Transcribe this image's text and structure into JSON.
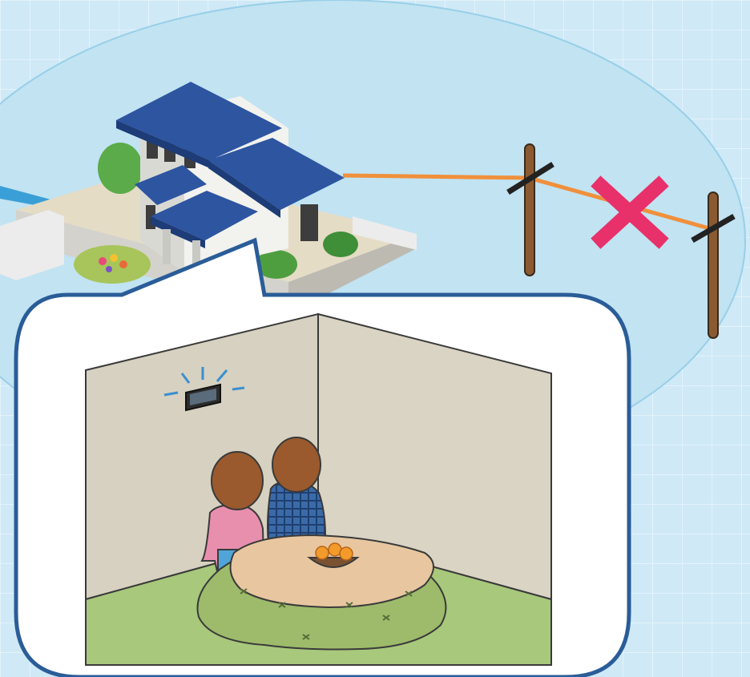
{
  "scene": {
    "colors": {
      "background": "#cfe9f7",
      "grid": "#e6f4fb",
      "signal_area": "#bfe2f2",
      "signal_edge": "#8fcbe6",
      "wire": "#f0903c",
      "pole": "#8a5a33",
      "cross_mark": "#e8306a",
      "house_roof": "#2d55a0",
      "house_wall": "#f2f2ee",
      "room_wall_left": "#d6d1c0",
      "room_wall_right": "#d9d4c3",
      "room_floor": "#a8c87c",
      "bubble_border": "#2a5d98",
      "kotatsu_top": "#e8c7a0",
      "kotatsu_futon": "#9dbb6b",
      "person_left_shirt": "#e98fae",
      "person_right_shirt": "#3b6aa8",
      "hair": "#9a5a2e"
    },
    "elements": [
      "house",
      "telephone-pole",
      "telephone-pole",
      "cross-mark",
      "speech-bubble",
      "wall-monitor",
      "person",
      "person",
      "kotatsu-table",
      "orange-bowl"
    ]
  }
}
